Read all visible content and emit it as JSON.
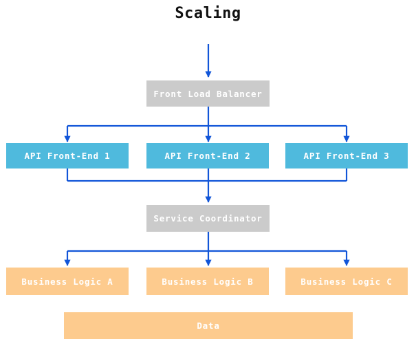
{
  "title": "Scaling",
  "colors": {
    "arrow": "#1155d8",
    "gray": "#cbcbcb",
    "blue": "#4fbadd",
    "orange": "#fdcb8e",
    "label": "#ffffff",
    "title": "#111111"
  },
  "nodes": {
    "front_load_balancer": {
      "label": "Front Load Balancer"
    },
    "api_front_end_1": {
      "label": "API Front-End 1"
    },
    "api_front_end_2": {
      "label": "API Front-End 2"
    },
    "api_front_end_3": {
      "label": "API Front-End 3"
    },
    "service_coordinator": {
      "label": "Service Coordinator"
    },
    "business_logic_a": {
      "label": "Business Logic A"
    },
    "business_logic_b": {
      "label": "Business Logic B"
    },
    "business_logic_c": {
      "label": "Business Logic C"
    },
    "data_store": {
      "label": "Data"
    }
  }
}
